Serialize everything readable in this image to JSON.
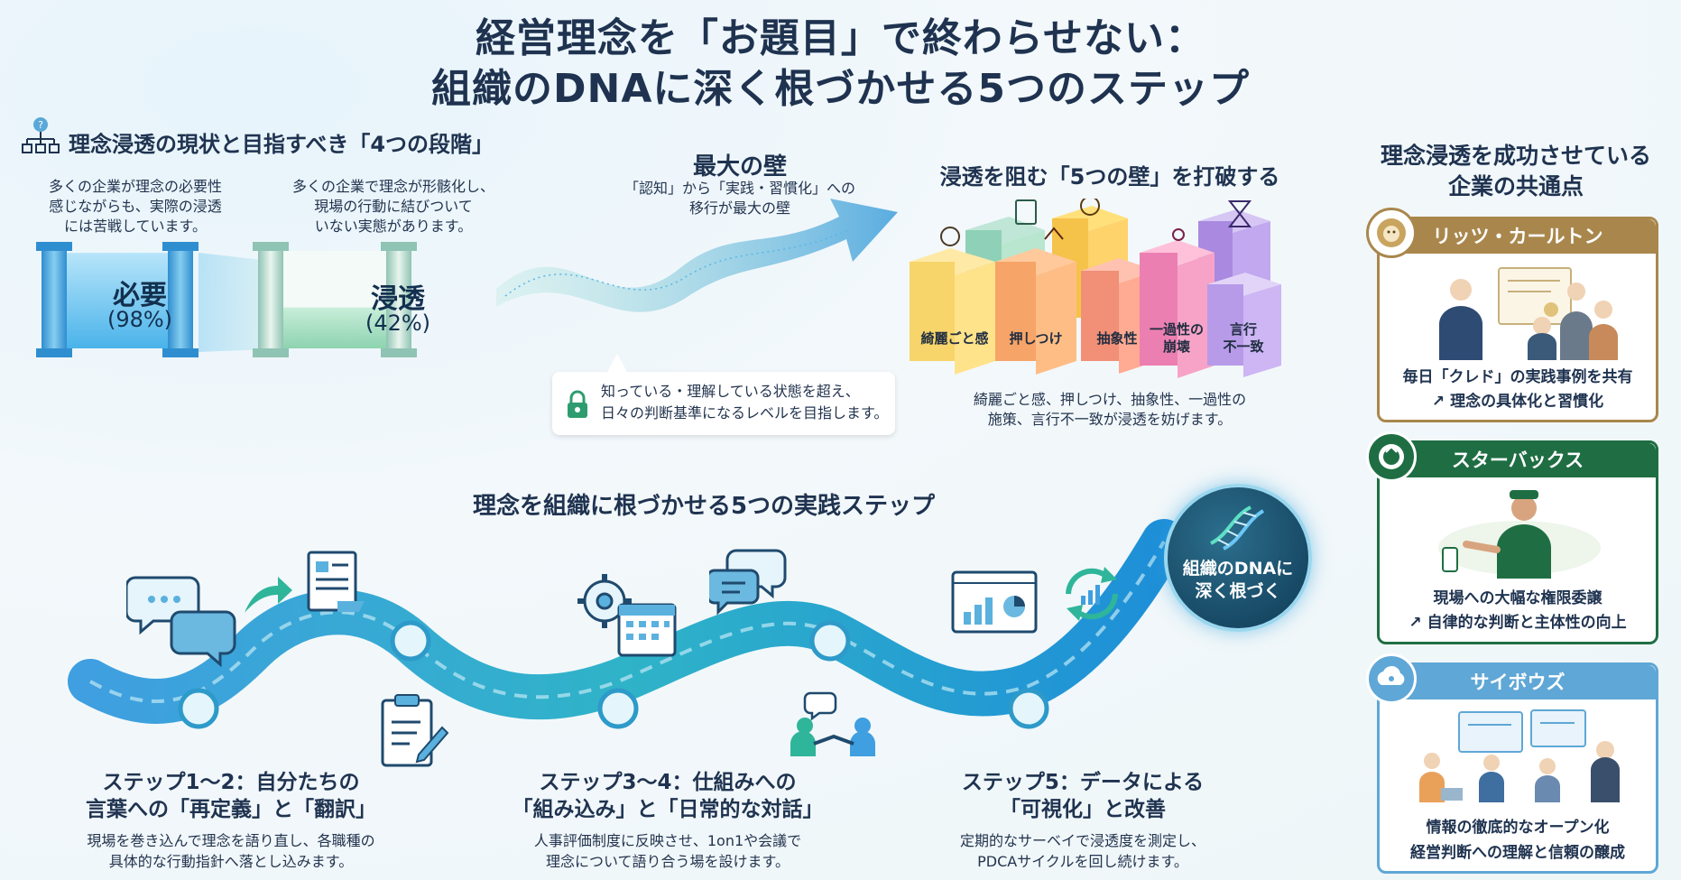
{
  "title": {
    "line1": "経営理念を「お題目」で終わらせない：",
    "line2": "組織のDNAに深く根づかせる5つのステップ"
  },
  "status": {
    "heading": "理念浸透の現状と目指すべき「4つの段階」",
    "left_caption": "多くの企業が理念の必要性\n感じながらも、実際の浸透\nには苦戦しています。",
    "mid_caption": "多くの企業で理念が形骸化し、\n現場の行動に結びついて\nいない実態があります。",
    "need_label": "必要",
    "need_value": "(98%)",
    "penetration_label": "浸透",
    "penetration_value": "(42%)",
    "need_fill": 0.98,
    "penetration_fill": 0.42
  },
  "wall": {
    "heading": "最大の壁",
    "caption": "「認知」から「実践・習慣化」への\n移行が最大の壁",
    "goal_note": "知っている・理解している状態を超え、\n日々の判断基準になるレベルを目指します。"
  },
  "five_walls": {
    "heading": "浸透を阻む「5つの壁」を打破する",
    "cubes": [
      "綺麗ごと感",
      "押しつけ",
      "抽象性",
      "一過性の\n崩壊",
      "言行\n不一致"
    ],
    "caption": "綺麗ごと感、押しつけ、抽象性、一過性の\n施策、言行不一致が浸透を妨げます。"
  },
  "steps": {
    "heading": "理念を組織に根づかせる5つの実践ステップ",
    "goal_label": "組織のDNAに\n深く根づく",
    "items": [
      {
        "title": "ステップ1〜2：自分たちの\n言葉への「再定義」と「翻訳」",
        "desc": "現場を巻き込んで理念を語り直し、各職種の\n具体的な行動指針へ落とし込みます。"
      },
      {
        "title": "ステップ3〜4：仕組みへの\n「組み込み」と「日常的な対話」",
        "desc": "人事評価制度に反映させ、1on1や会議で\n理念について語り合う場を設けます。"
      },
      {
        "title": "ステップ5：データによる\n「可視化」と改善",
        "desc": "定期的なサーベイで浸透度を測定し、\nPDCAサイクルを回し続けます。"
      }
    ]
  },
  "cases": {
    "heading": "理念浸透を成功させている\n企業の共通点",
    "items": [
      {
        "name": "リッツ・カールトン",
        "line1": "毎日「クレド」の実践事例を共有",
        "line2": "↗ 理念の具体化と習慣化",
        "color": "#a9874c"
      },
      {
        "name": "スターバックス",
        "line1": "現場への大幅な権限委譲",
        "line2": "↗ 自律的な判断と主体性の向上",
        "color": "#1f6e43"
      },
      {
        "name": "サイボウズ",
        "line1": "情報の徹底的なオープン化",
        "line2": "経営判断への理解と信頼の醸成",
        "color": "#5fa7d6"
      }
    ]
  }
}
